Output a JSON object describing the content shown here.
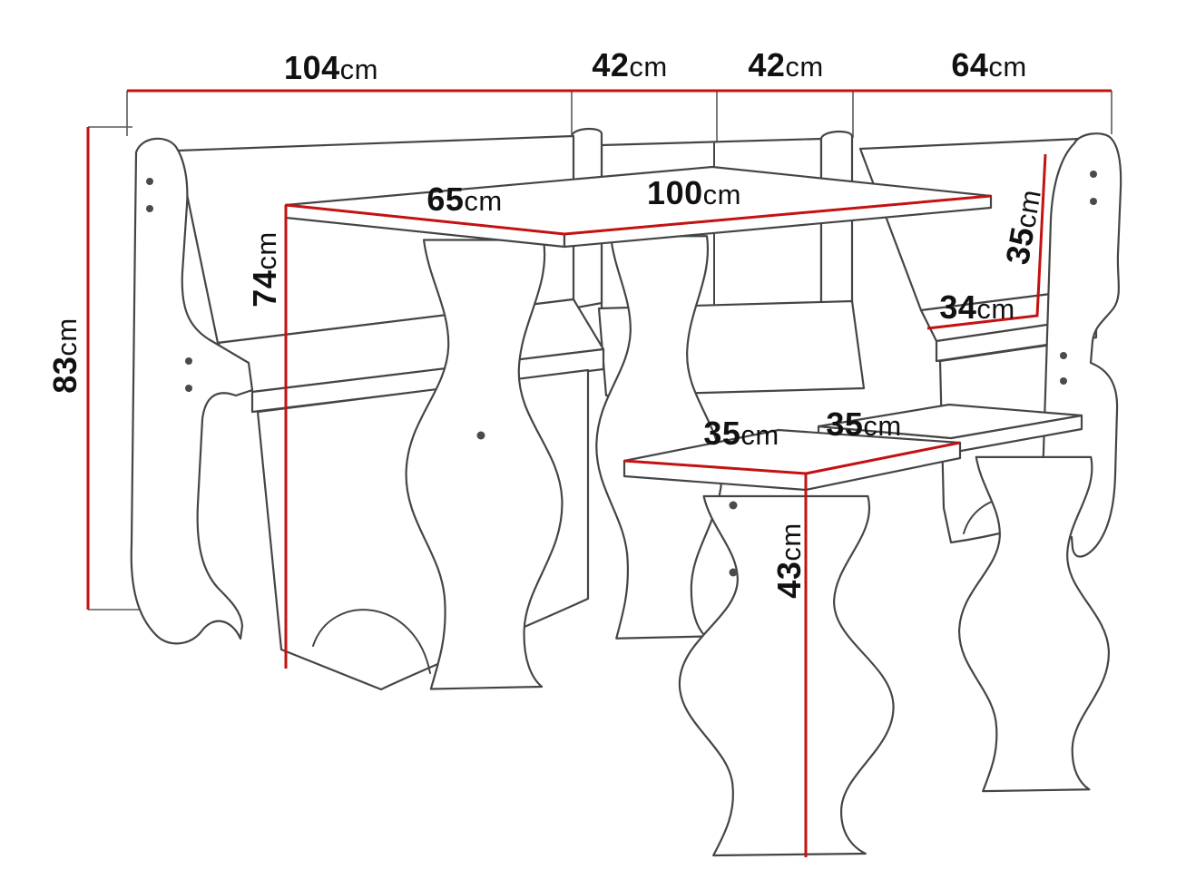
{
  "figure": {
    "kind": "furniture dimension diagram",
    "items": [
      "corner bench",
      "dining table",
      "stool",
      "stool"
    ]
  },
  "dims": {
    "bench_run_left": {
      "value": "104",
      "unit": "cm"
    },
    "corner_left": {
      "value": "42",
      "unit": "cm"
    },
    "corner_right": {
      "value": "42",
      "unit": "cm"
    },
    "bench_run_right": {
      "value": "64",
      "unit": "cm"
    },
    "bench_height": {
      "value": "83",
      "unit": "cm"
    },
    "table_depth": {
      "value": "65",
      "unit": "cm"
    },
    "table_length": {
      "value": "100",
      "unit": "cm"
    },
    "table_height": {
      "value": "74",
      "unit": "cm"
    },
    "seat_depth": {
      "value": "34",
      "unit": "cm"
    },
    "backrest_height": {
      "value": "35",
      "unit": "cm"
    },
    "stool_side_left": {
      "value": "35",
      "unit": "cm"
    },
    "stool_side_right": {
      "value": "35",
      "unit": "cm"
    },
    "stool_height": {
      "value": "43",
      "unit": "cm"
    }
  },
  "colors": {
    "outline": "#454545",
    "dimension_line": "#c41111",
    "text": "#111111",
    "background": "#ffffff"
  }
}
